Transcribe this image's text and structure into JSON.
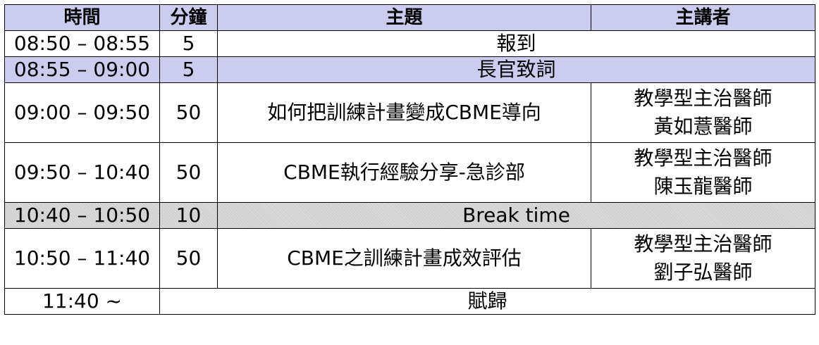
{
  "headers": {
    "time": "時間",
    "minutes": "分鐘",
    "topic": "主題",
    "speaker": "主講者"
  },
  "rows": [
    {
      "time": "08:50 – 08:55",
      "minutes": "5",
      "topic": "報到",
      "speaker": [
        "",
        ""
      ],
      "style": "plain"
    },
    {
      "time": "08:55 – 09:00",
      "minutes": "5",
      "topic": "長官致詞",
      "speaker": [
        "",
        ""
      ],
      "style": "purple"
    },
    {
      "time": "09:00 – 09:50",
      "minutes": "50",
      "topic": "如何把訓練計畫變成CBME導向",
      "speaker": [
        "教學型主治醫師",
        "黃如薏醫師"
      ],
      "style": "plain"
    },
    {
      "time": "09:50 – 10:40",
      "minutes": "50",
      "topic": "CBME執行經驗分享-急診部",
      "speaker": [
        "教學型主治醫師",
        "陳玉龍醫師"
      ],
      "style": "plain"
    },
    {
      "time": "10:40 – 10:50",
      "minutes": "10",
      "topic": "Break time",
      "speaker": [
        "",
        ""
      ],
      "style": "gray"
    },
    {
      "time": "10:50 – 11:40",
      "minutes": "50",
      "topic": "CBME之訓練計畫成效評估",
      "speaker": [
        "教學型主治醫師",
        "劉子弘醫師"
      ],
      "style": "plain"
    },
    {
      "time": "11:40 ~",
      "minutes": "",
      "topic": "賦歸",
      "speaker": [
        "",
        ""
      ],
      "style": "plain"
    }
  ],
  "colors": {
    "header_bg": "#ccccee",
    "highlight_bg": "#ccccee",
    "break_bg": "#d9d9d9"
  }
}
